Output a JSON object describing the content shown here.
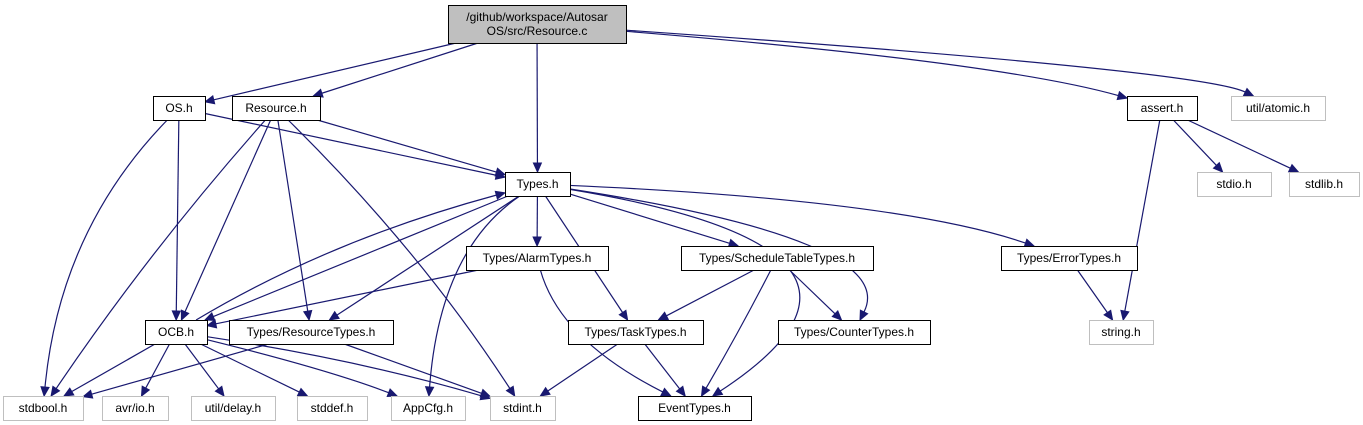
{
  "colors": {
    "edge": "#191970",
    "root_fill": "#bfbfbf",
    "documented_border": "#000000",
    "external_border": "#bfbfbf",
    "text": "#000000"
  },
  "nodes": [
    {
      "id": "resource_c",
      "lines": [
        "/github/workspace/Autosar",
        "OS/src/Resource.c"
      ],
      "kind": "root"
    },
    {
      "id": "os_h",
      "lines": [
        "OS.h"
      ],
      "kind": "documented"
    },
    {
      "id": "resource_h",
      "lines": [
        "Resource.h"
      ],
      "kind": "documented"
    },
    {
      "id": "assert_h",
      "lines": [
        "assert.h"
      ],
      "kind": "documented"
    },
    {
      "id": "util_atomic_h",
      "lines": [
        "util/atomic.h"
      ],
      "kind": "external"
    },
    {
      "id": "types_h",
      "lines": [
        "Types.h"
      ],
      "kind": "documented"
    },
    {
      "id": "stdio_h",
      "lines": [
        "stdio.h"
      ],
      "kind": "external"
    },
    {
      "id": "stdlib_h",
      "lines": [
        "stdlib.h"
      ],
      "kind": "external"
    },
    {
      "id": "alarmtypes_h",
      "lines": [
        "Types/AlarmTypes.h"
      ],
      "kind": "documented"
    },
    {
      "id": "scheduletabletypes_h",
      "lines": [
        "Types/ScheduleTableTypes.h"
      ],
      "kind": "documented"
    },
    {
      "id": "errortypes_h",
      "lines": [
        "Types/ErrorTypes.h"
      ],
      "kind": "documented"
    },
    {
      "id": "ocb_h",
      "lines": [
        "OCB.h"
      ],
      "kind": "documented"
    },
    {
      "id": "resourcetypes_h",
      "lines": [
        "Types/ResourceTypes.h"
      ],
      "kind": "documented"
    },
    {
      "id": "tasktypes_h",
      "lines": [
        "Types/TaskTypes.h"
      ],
      "kind": "documented"
    },
    {
      "id": "countertypes_h",
      "lines": [
        "Types/CounterTypes.h"
      ],
      "kind": "documented"
    },
    {
      "id": "string_h",
      "lines": [
        "string.h"
      ],
      "kind": "external"
    },
    {
      "id": "stdbool_h",
      "lines": [
        "stdbool.h"
      ],
      "kind": "external"
    },
    {
      "id": "avr_io_h",
      "lines": [
        "avr/io.h"
      ],
      "kind": "external"
    },
    {
      "id": "util_delay_h",
      "lines": [
        "util/delay.h"
      ],
      "kind": "external"
    },
    {
      "id": "stddef_h",
      "lines": [
        "stddef.h"
      ],
      "kind": "external"
    },
    {
      "id": "appcfg_h",
      "lines": [
        "AppCfg.h"
      ],
      "kind": "external"
    },
    {
      "id": "stdint_h",
      "lines": [
        "stdint.h"
      ],
      "kind": "external"
    },
    {
      "id": "eventtypes_h",
      "lines": [
        "EventTypes.h"
      ],
      "kind": "documented"
    }
  ],
  "edges": [
    {
      "from": "resource_c",
      "to": "os_h"
    },
    {
      "from": "resource_c",
      "to": "resource_h"
    },
    {
      "from": "resource_c",
      "to": "types_h"
    },
    {
      "from": "resource_c",
      "to": "assert_h"
    },
    {
      "from": "resource_c",
      "to": "util_atomic_h"
    },
    {
      "from": "os_h",
      "to": "types_h"
    },
    {
      "from": "os_h",
      "to": "ocb_h"
    },
    {
      "from": "os_h",
      "to": "stdbool_h"
    },
    {
      "from": "resource_h",
      "to": "types_h"
    },
    {
      "from": "resource_h",
      "to": "ocb_h"
    },
    {
      "from": "resource_h",
      "to": "resourcetypes_h"
    },
    {
      "from": "resource_h",
      "to": "stdbool_h"
    },
    {
      "from": "resource_h",
      "to": "stdint_h"
    },
    {
      "from": "assert_h",
      "to": "stdio_h"
    },
    {
      "from": "assert_h",
      "to": "stdlib_h"
    },
    {
      "from": "assert_h",
      "to": "string_h"
    },
    {
      "from": "types_h",
      "to": "alarmtypes_h"
    },
    {
      "from": "types_h",
      "to": "scheduletabletypes_h"
    },
    {
      "from": "types_h",
      "to": "errortypes_h"
    },
    {
      "from": "types_h",
      "to": "ocb_h"
    },
    {
      "from": "types_h",
      "to": "resourcetypes_h"
    },
    {
      "from": "types_h",
      "to": "tasktypes_h"
    },
    {
      "from": "types_h",
      "to": "countertypes_h"
    },
    {
      "from": "types_h",
      "to": "appcfg_h"
    },
    {
      "from": "types_h",
      "to": "eventtypes_h"
    },
    {
      "from": "alarmtypes_h",
      "to": "ocb_h"
    },
    {
      "from": "alarmtypes_h",
      "to": "eventtypes_h"
    },
    {
      "from": "scheduletabletypes_h",
      "to": "tasktypes_h"
    },
    {
      "from": "scheduletabletypes_h",
      "to": "countertypes_h"
    },
    {
      "from": "scheduletabletypes_h",
      "to": "eventtypes_h"
    },
    {
      "from": "errortypes_h",
      "to": "string_h"
    },
    {
      "from": "ocb_h",
      "to": "types_h"
    },
    {
      "from": "ocb_h",
      "to": "stdbool_h"
    },
    {
      "from": "ocb_h",
      "to": "avr_io_h"
    },
    {
      "from": "ocb_h",
      "to": "util_delay_h"
    },
    {
      "from": "ocb_h",
      "to": "stddef_h"
    },
    {
      "from": "ocb_h",
      "to": "appcfg_h"
    },
    {
      "from": "ocb_h",
      "to": "stdint_h"
    },
    {
      "from": "resourcetypes_h",
      "to": "stdbool_h"
    },
    {
      "from": "resourcetypes_h",
      "to": "stdint_h"
    },
    {
      "from": "tasktypes_h",
      "to": "stdint_h"
    },
    {
      "from": "tasktypes_h",
      "to": "eventtypes_h"
    }
  ]
}
